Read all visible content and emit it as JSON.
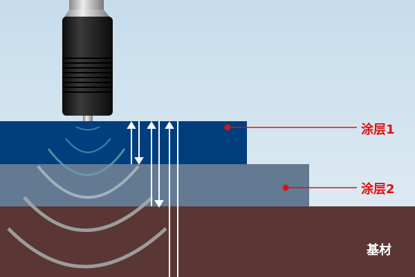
{
  "labels": {
    "coating1": "涂层1",
    "coating2": "涂层2",
    "substrate": "基材"
  },
  "colors": {
    "coating1": "#003e7e",
    "coating2": "#647a93",
    "substrate": "#5a3735",
    "accent": "#e01010"
  }
}
